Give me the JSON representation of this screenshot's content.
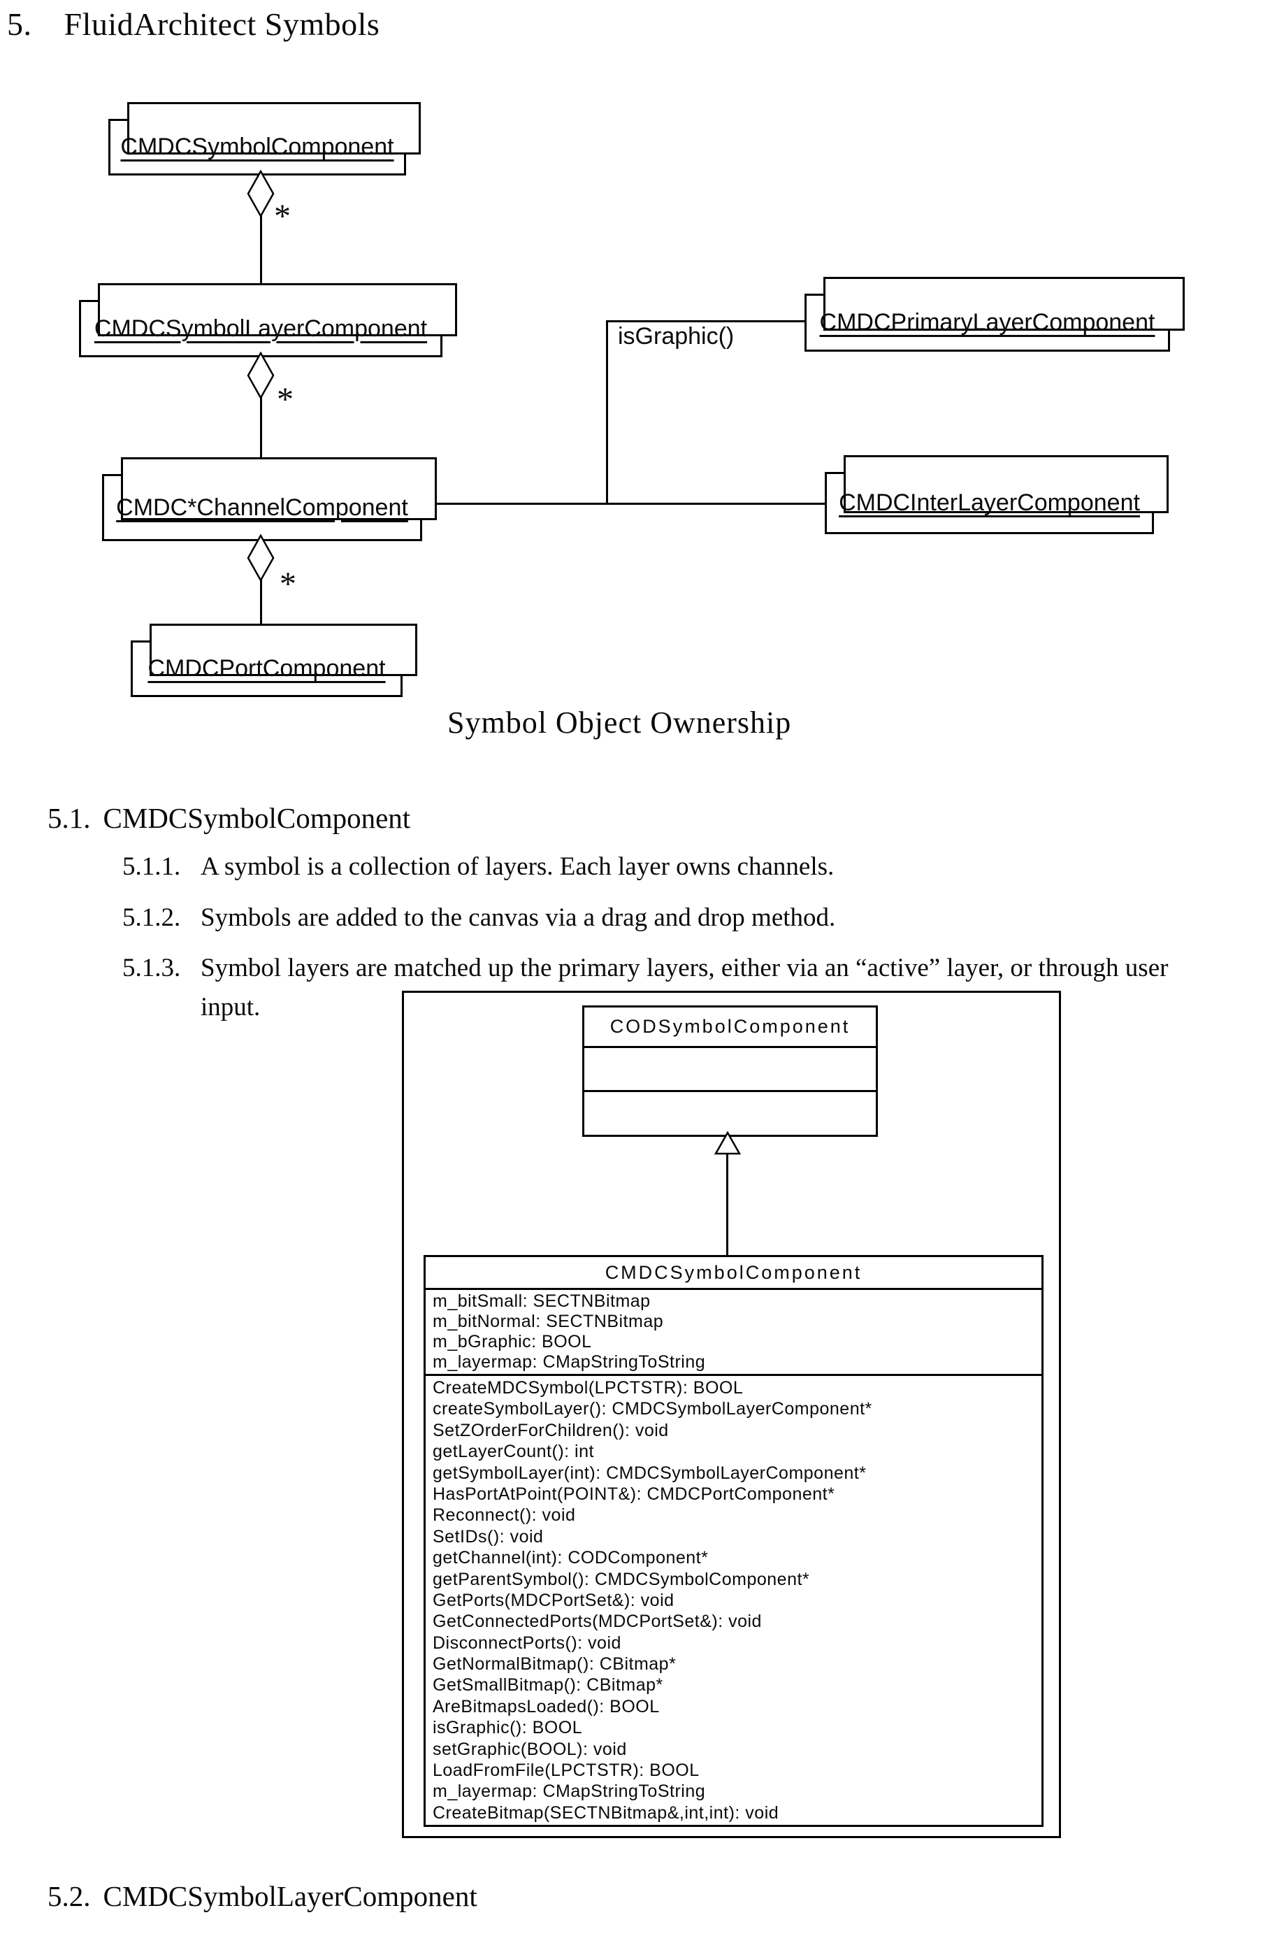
{
  "page": {
    "heading_number": "5.",
    "heading_title": "FluidArchitect Symbols"
  },
  "diagram1": {
    "caption": "Symbol Object Ownership",
    "edge_label": "isGraphic()",
    "multiplicity": "*",
    "boxes": {
      "symbol": "CMDCSymbolComponent",
      "symbol_layer": "CMDCSymbolLayerComponent",
      "primary_layer": "CMDCPrimaryLayerComponent",
      "channel": "CMDC*ChannelComponent",
      "inter_layer": "CMDCInterLayerComponent",
      "port": "CMDCPortComponent"
    }
  },
  "section_5_1": {
    "number": "5.1.",
    "title": "CMDCSymbolComponent",
    "items": [
      {
        "number": "5.1.1.",
        "text": "A symbol is a collection of layers.  Each layer owns channels."
      },
      {
        "number": "5.1.2.",
        "text": "Symbols are added to the canvas via a drag and drop method."
      },
      {
        "number": "5.1.3.",
        "text": "Symbol layers are matched up the primary layers, either via an “active” layer, or through user input."
      }
    ]
  },
  "diagram2": {
    "parent_class": {
      "name": "CODSymbolComponent"
    },
    "child_class": {
      "name": "CMDCSymbolComponent",
      "attributes": [
        "m_bitSmall: SECTNBitmap",
        "m_bitNormal: SECTNBitmap",
        "m_bGraphic: BOOL",
        "m_layermap: CMapStringToString"
      ],
      "methods": [
        "CreateMDCSymbol(LPCTSTR): BOOL",
        "createSymbolLayer(): CMDCSymbolLayerComponent*",
        "SetZOrderForChildren(): void",
        "getLayerCount(): int",
        "getSymbolLayer(int): CMDCSymbolLayerComponent*",
        "HasPortAtPoint(POINT&): CMDCPortComponent*",
        "Reconnect(): void",
        "SetIDs(): void",
        "getChannel(int): CODComponent*",
        "getParentSymbol(): CMDCSymbolComponent*",
        "GetPorts(MDCPortSet&): void",
        "GetConnectedPorts(MDCPortSet&): void",
        "DisconnectPorts(): void",
        "GetNormalBitmap(): CBitmap*",
        "GetSmallBitmap(): CBitmap*",
        "AreBitmapsLoaded(): BOOL",
        "isGraphic(): BOOL",
        "setGraphic(BOOL): void",
        "LoadFromFile(LPCTSTR): BOOL",
        "m_layermap: CMapStringToString",
        "CreateBitmap(SECTNBitmap&,int,int): void"
      ]
    }
  },
  "section_5_2": {
    "number": "5.2.",
    "title": "CMDCSymbolLayerComponent"
  }
}
